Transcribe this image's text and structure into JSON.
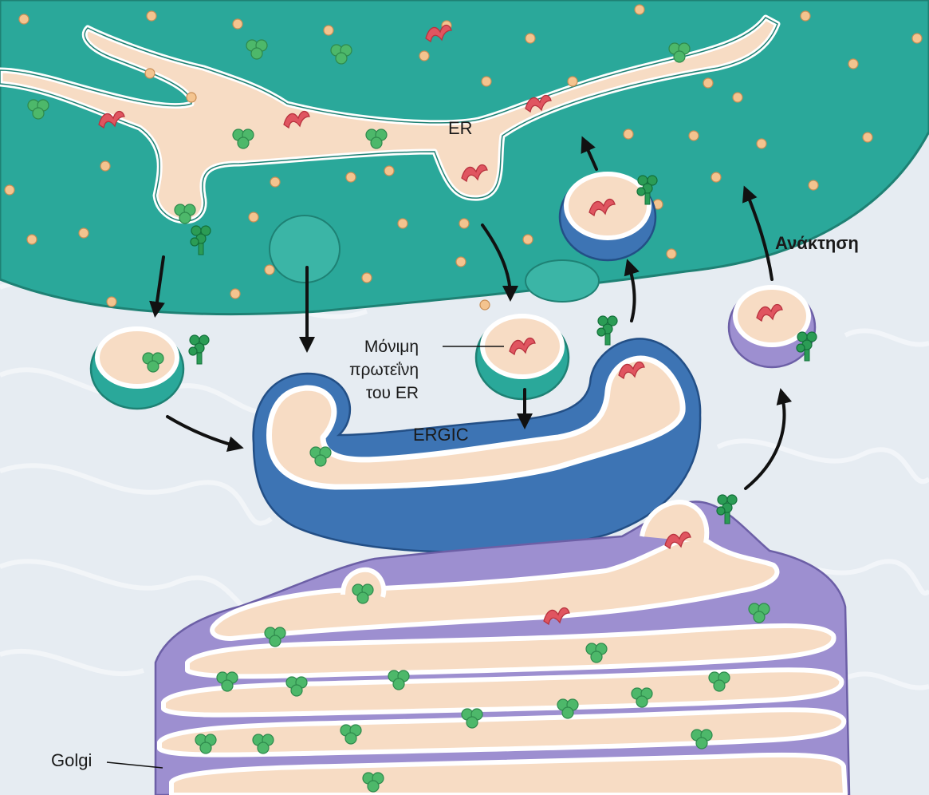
{
  "labels": {
    "er": "ER",
    "ergic": "ERGIC",
    "retrieval": "Ανάκτηση",
    "golgi": "Golgi",
    "resident_protein": [
      "Μόνιμη",
      "πρωτεΐνη",
      "του ER"
    ]
  },
  "colors": {
    "er_membrane": "#2aa89a",
    "er_lumen": "#f7dcc4",
    "ergic_membrane": "#3d74b4",
    "golgi_membrane": "#9d8fd0",
    "cargo_protein": "#3aa85c",
    "resident_er_protein": "#e0505a",
    "kdel_receptor": "#1f8e4a",
    "ribosome": "#f4c48f",
    "cytosol": "#e6ecf2"
  },
  "icons": [
    "arrow-icon",
    "vesicle-icon",
    "cargo-protein-icon",
    "resident-protein-icon",
    "receptor-icon",
    "ribosome-icon"
  ]
}
